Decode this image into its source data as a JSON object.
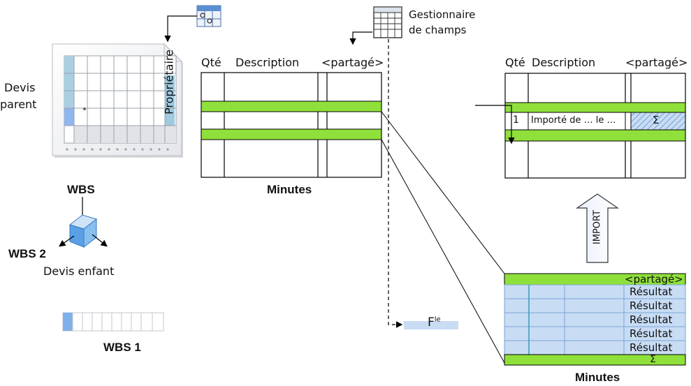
{
  "left": {
    "parent_label_1": "Devis",
    "parent_label_2": "parent",
    "owner_label": "Propriétaire",
    "wbs_label": "WBS",
    "wbs2_label": "WBS 2",
    "child_quote_label": "Devis enfant",
    "wbs1_label": "WBS 1"
  },
  "field_manager": {
    "line1": "Gestionnaire",
    "line2": "de champs"
  },
  "minutes_grid": {
    "col_qty": "Qté",
    "col_description": "Description",
    "col_shared": "<partagé>",
    "caption": "Minutes"
  },
  "formula_label": "F",
  "formula_sup": "le",
  "quote_grid": {
    "col_qty": "Qté",
    "col_description": "Description",
    "col_shared": "<partagé>",
    "row_qty": "1",
    "row_description": "Importé de … le …",
    "row_sum": "Σ"
  },
  "import_label": "IMPORT",
  "result_table": {
    "header_shared": "<partagé>",
    "rows": [
      "Résultat",
      "Résultat",
      "Résultat",
      "Résultat",
      "Résultat"
    ],
    "footer_sum": "Σ",
    "caption": "Minutes"
  },
  "colors": {
    "green": "#8fe03a",
    "light_blue": "#c8dcf4",
    "blue": "#5b9bd5"
  }
}
